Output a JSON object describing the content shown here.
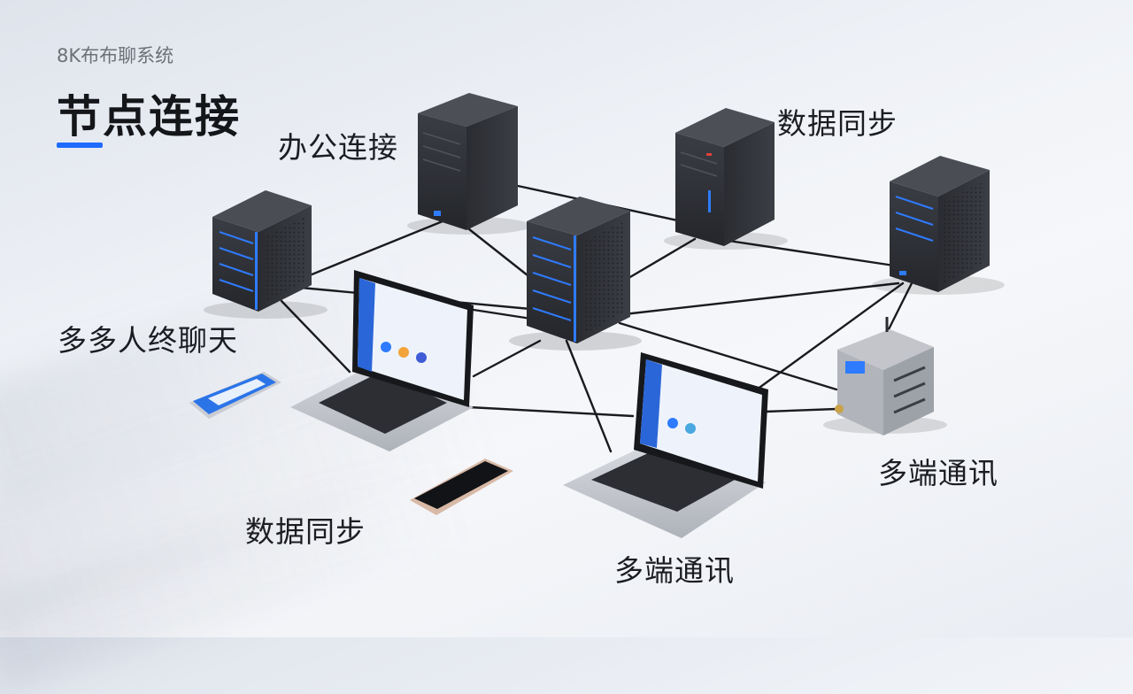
{
  "header": {
    "brand": "8K布布聊系统",
    "title": "节点连接"
  },
  "labels": {
    "office_connect": "办公连接",
    "data_sync_top": "数据同步",
    "multi_chat": "多多人终聊天",
    "data_sync_bottom": "数据同步",
    "multi_comm_right": "多端通讯",
    "multi_comm_bottom": "多端通讯"
  },
  "nodes": [
    {
      "id": "server-left",
      "kind": "server-rack"
    },
    {
      "id": "server-top-center",
      "kind": "server-tower"
    },
    {
      "id": "server-center",
      "kind": "server-rack"
    },
    {
      "id": "server-top-right",
      "kind": "server-tower"
    },
    {
      "id": "server-right",
      "kind": "server-rack"
    },
    {
      "id": "laptop-left",
      "kind": "laptop"
    },
    {
      "id": "laptop-right",
      "kind": "laptop"
    },
    {
      "id": "phone-left",
      "kind": "phone"
    },
    {
      "id": "phone-bottom",
      "kind": "phone"
    },
    {
      "id": "gateway-device",
      "kind": "gateway"
    }
  ],
  "colors": {
    "accent": "#1f6bff",
    "server_body": "#2d3036",
    "server_led": "#2f7bff",
    "cable": "#1a1b1e",
    "laptop_body": "#c9ccd2",
    "screen": "#eef3fb"
  }
}
